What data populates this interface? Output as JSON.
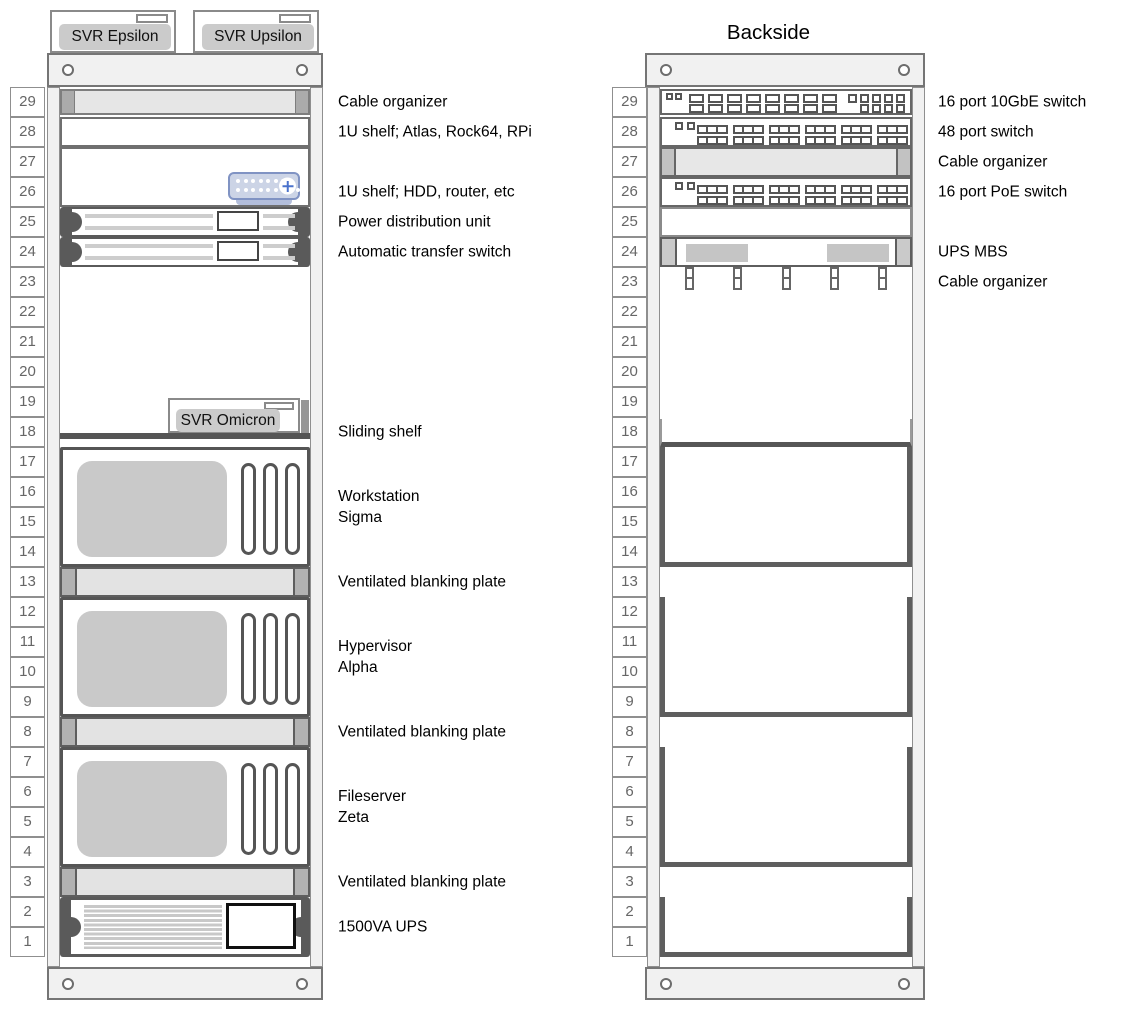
{
  "back_title": "Backside",
  "units": [
    "29",
    "28",
    "27",
    "26",
    "25",
    "24",
    "23",
    "22",
    "21",
    "20",
    "19",
    "18",
    "17",
    "16",
    "15",
    "14",
    "13",
    "12",
    "11",
    "10",
    "9",
    "8",
    "7",
    "6",
    "5",
    "4",
    "3",
    "2",
    "1"
  ],
  "front": {
    "top_servers": [
      "SVR Epsilon",
      "SVR Upsilon"
    ],
    "shelf_server": "SVR Omicron",
    "labels": [
      {
        "u": 29,
        "lines": [
          "Cable organizer"
        ]
      },
      {
        "u": 28,
        "lines": [
          "1U shelf; Atlas, Rock64, RPi"
        ]
      },
      {
        "u": 26,
        "lines": [
          "1U shelf; HDD, router, etc"
        ]
      },
      {
        "u": 25,
        "lines": [
          "Power distribution unit"
        ]
      },
      {
        "u": 24,
        "lines": [
          "Automatic transfer switch"
        ]
      },
      {
        "u": 18,
        "lines": [
          "Sliding shelf"
        ]
      },
      {
        "u": 15.5,
        "lines": [
          "Workstation",
          "Sigma"
        ]
      },
      {
        "u": 13,
        "lines": [
          "Ventilated blanking plate"
        ]
      },
      {
        "u": 10.5,
        "lines": [
          "Hypervisor",
          "Alpha"
        ]
      },
      {
        "u": 8,
        "lines": [
          "Ventilated blanking plate"
        ]
      },
      {
        "u": 5.5,
        "lines": [
          "Fileserver",
          "Zeta"
        ]
      },
      {
        "u": 3,
        "lines": [
          "Ventilated blanking plate"
        ]
      },
      {
        "u": 1.5,
        "lines": [
          "1500VA UPS"
        ]
      }
    ]
  },
  "back": {
    "labels": [
      {
        "u": 29,
        "lines": [
          "16 port 10GbE switch"
        ]
      },
      {
        "u": 28,
        "lines": [
          "48 port switch"
        ]
      },
      {
        "u": 27,
        "lines": [
          "Cable organizer"
        ]
      },
      {
        "u": 26,
        "lines": [
          "16 port PoE switch"
        ]
      },
      {
        "u": 24,
        "lines": [
          "UPS MBS"
        ]
      },
      {
        "u": 23,
        "lines": [
          "Cable organizer"
        ]
      }
    ]
  },
  "colors": {
    "selected_fill": "#ccd4e6",
    "selected_border": "#8093c3",
    "device_dark": "#5a5a5a",
    "rail_fill": "#f1f1f1"
  }
}
